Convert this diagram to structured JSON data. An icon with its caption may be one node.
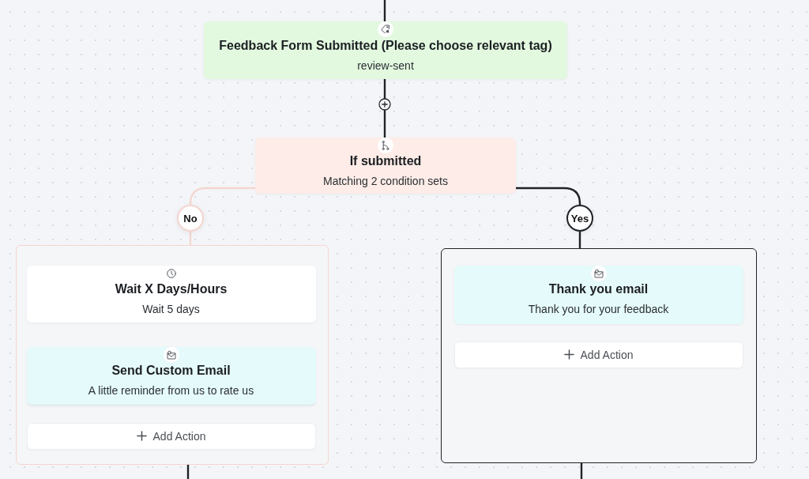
{
  "diagram": {
    "nodes": [
      {
        "text": [
          "Feedback Form Submitted (Please choose relevant tag)",
          "review-sent"
        ]
      },
      {
        "text": [
          "If submitted",
          "Matching 2 condition sets"
        ]
      },
      {
        "text": [
          "No"
        ]
      },
      {
        "text": [
          "Yes"
        ]
      },
      {
        "text": [],
        "shape": "box"
      },
      {
        "text": [
          "Wait X Days/Hours",
          "Wait 5 days"
        ],
        "in": 4
      },
      {
        "text": [
          "Send Custom Email",
          "A little reminder from us to rate us"
        ],
        "in": 4
      },
      {
        "text": [
          "Add Action"
        ],
        "in": 4
      },
      {
        "text": [],
        "shape": "box"
      },
      {
        "text": [
          "Thank you email",
          "Thank you for your feedback"
        ],
        "in": 8
      },
      {
        "text": [
          "Add Action"
        ],
        "in": 8
      }
    ],
    "edges": [
      {
        "from": null,
        "to": 0,
        "arrow": "none"
      },
      {
        "from": 0,
        "to": 1,
        "arrow": "none"
      },
      {
        "from": 1,
        "to": 2,
        "arrow": "none",
        "color": "#f4d6d0"
      },
      {
        "from": 2,
        "to": 4,
        "arrow": "none",
        "color": "#f4d6d0"
      },
      {
        "from": 1,
        "to": 3,
        "arrow": "none"
      },
      {
        "from": 3,
        "to": 8,
        "arrow": "none"
      },
      {
        "from": 4,
        "to": null,
        "arrow": "none"
      },
      {
        "from": 8,
        "to": null,
        "arrow": "none"
      }
    ]
  }
}
